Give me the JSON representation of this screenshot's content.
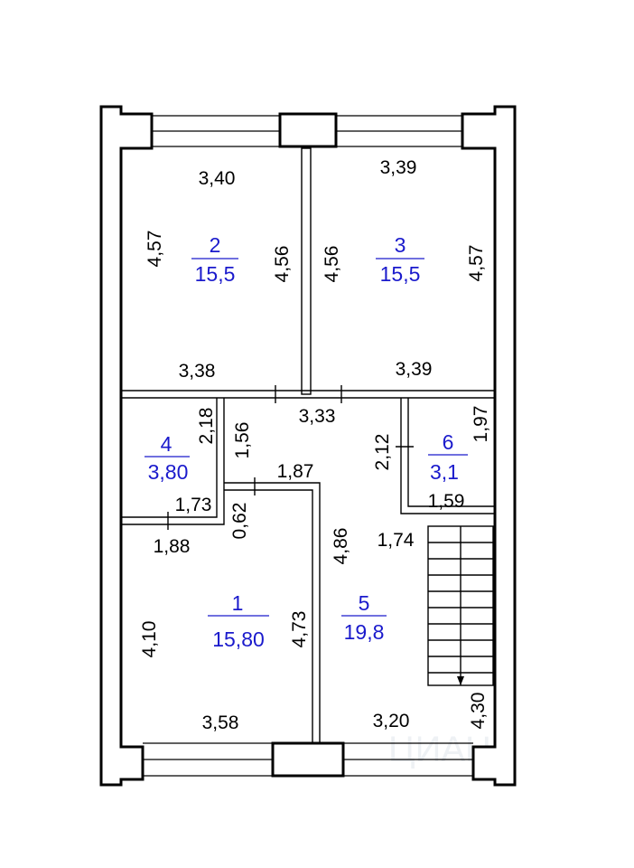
{
  "watermark": "ЦИАН",
  "rooms": [
    {
      "id": "room-2",
      "number": "2",
      "area": "15,5"
    },
    {
      "id": "room-3",
      "number": "3",
      "area": "15,5"
    },
    {
      "id": "room-4",
      "number": "4",
      "area": "3,80"
    },
    {
      "id": "room-6",
      "number": "6",
      "area": "3,1"
    },
    {
      "id": "room-1",
      "number": "1",
      "area": "15,80"
    },
    {
      "id": "room-5",
      "number": "5",
      "area": "19,8"
    }
  ],
  "dimensions": {
    "r2_top": "3,40",
    "r3_top": "3,39",
    "r2_left": "4,57",
    "r2_right": "4,56",
    "r3_left": "4,56",
    "r3_right": "4,57",
    "r2_bottom": "3,38",
    "r3_bottom": "3,39",
    "hall_top": "3,33",
    "r4_right": "2,18",
    "hall_left": "1,56",
    "r6_left": "2,12",
    "r6_right": "1,97",
    "hall_mid": "1,87",
    "r4_bottom": "1,73",
    "r6_bottom": "1,59",
    "r1_top": "1,88",
    "r1_top_right": "0,62",
    "r5_left": "4,86",
    "r5_stair": "1,74",
    "r1_left": "4,10",
    "r1_right": "4,73",
    "r1_bottom": "3,58",
    "r5_bottom": "3,20",
    "r5_right": "4,30"
  }
}
